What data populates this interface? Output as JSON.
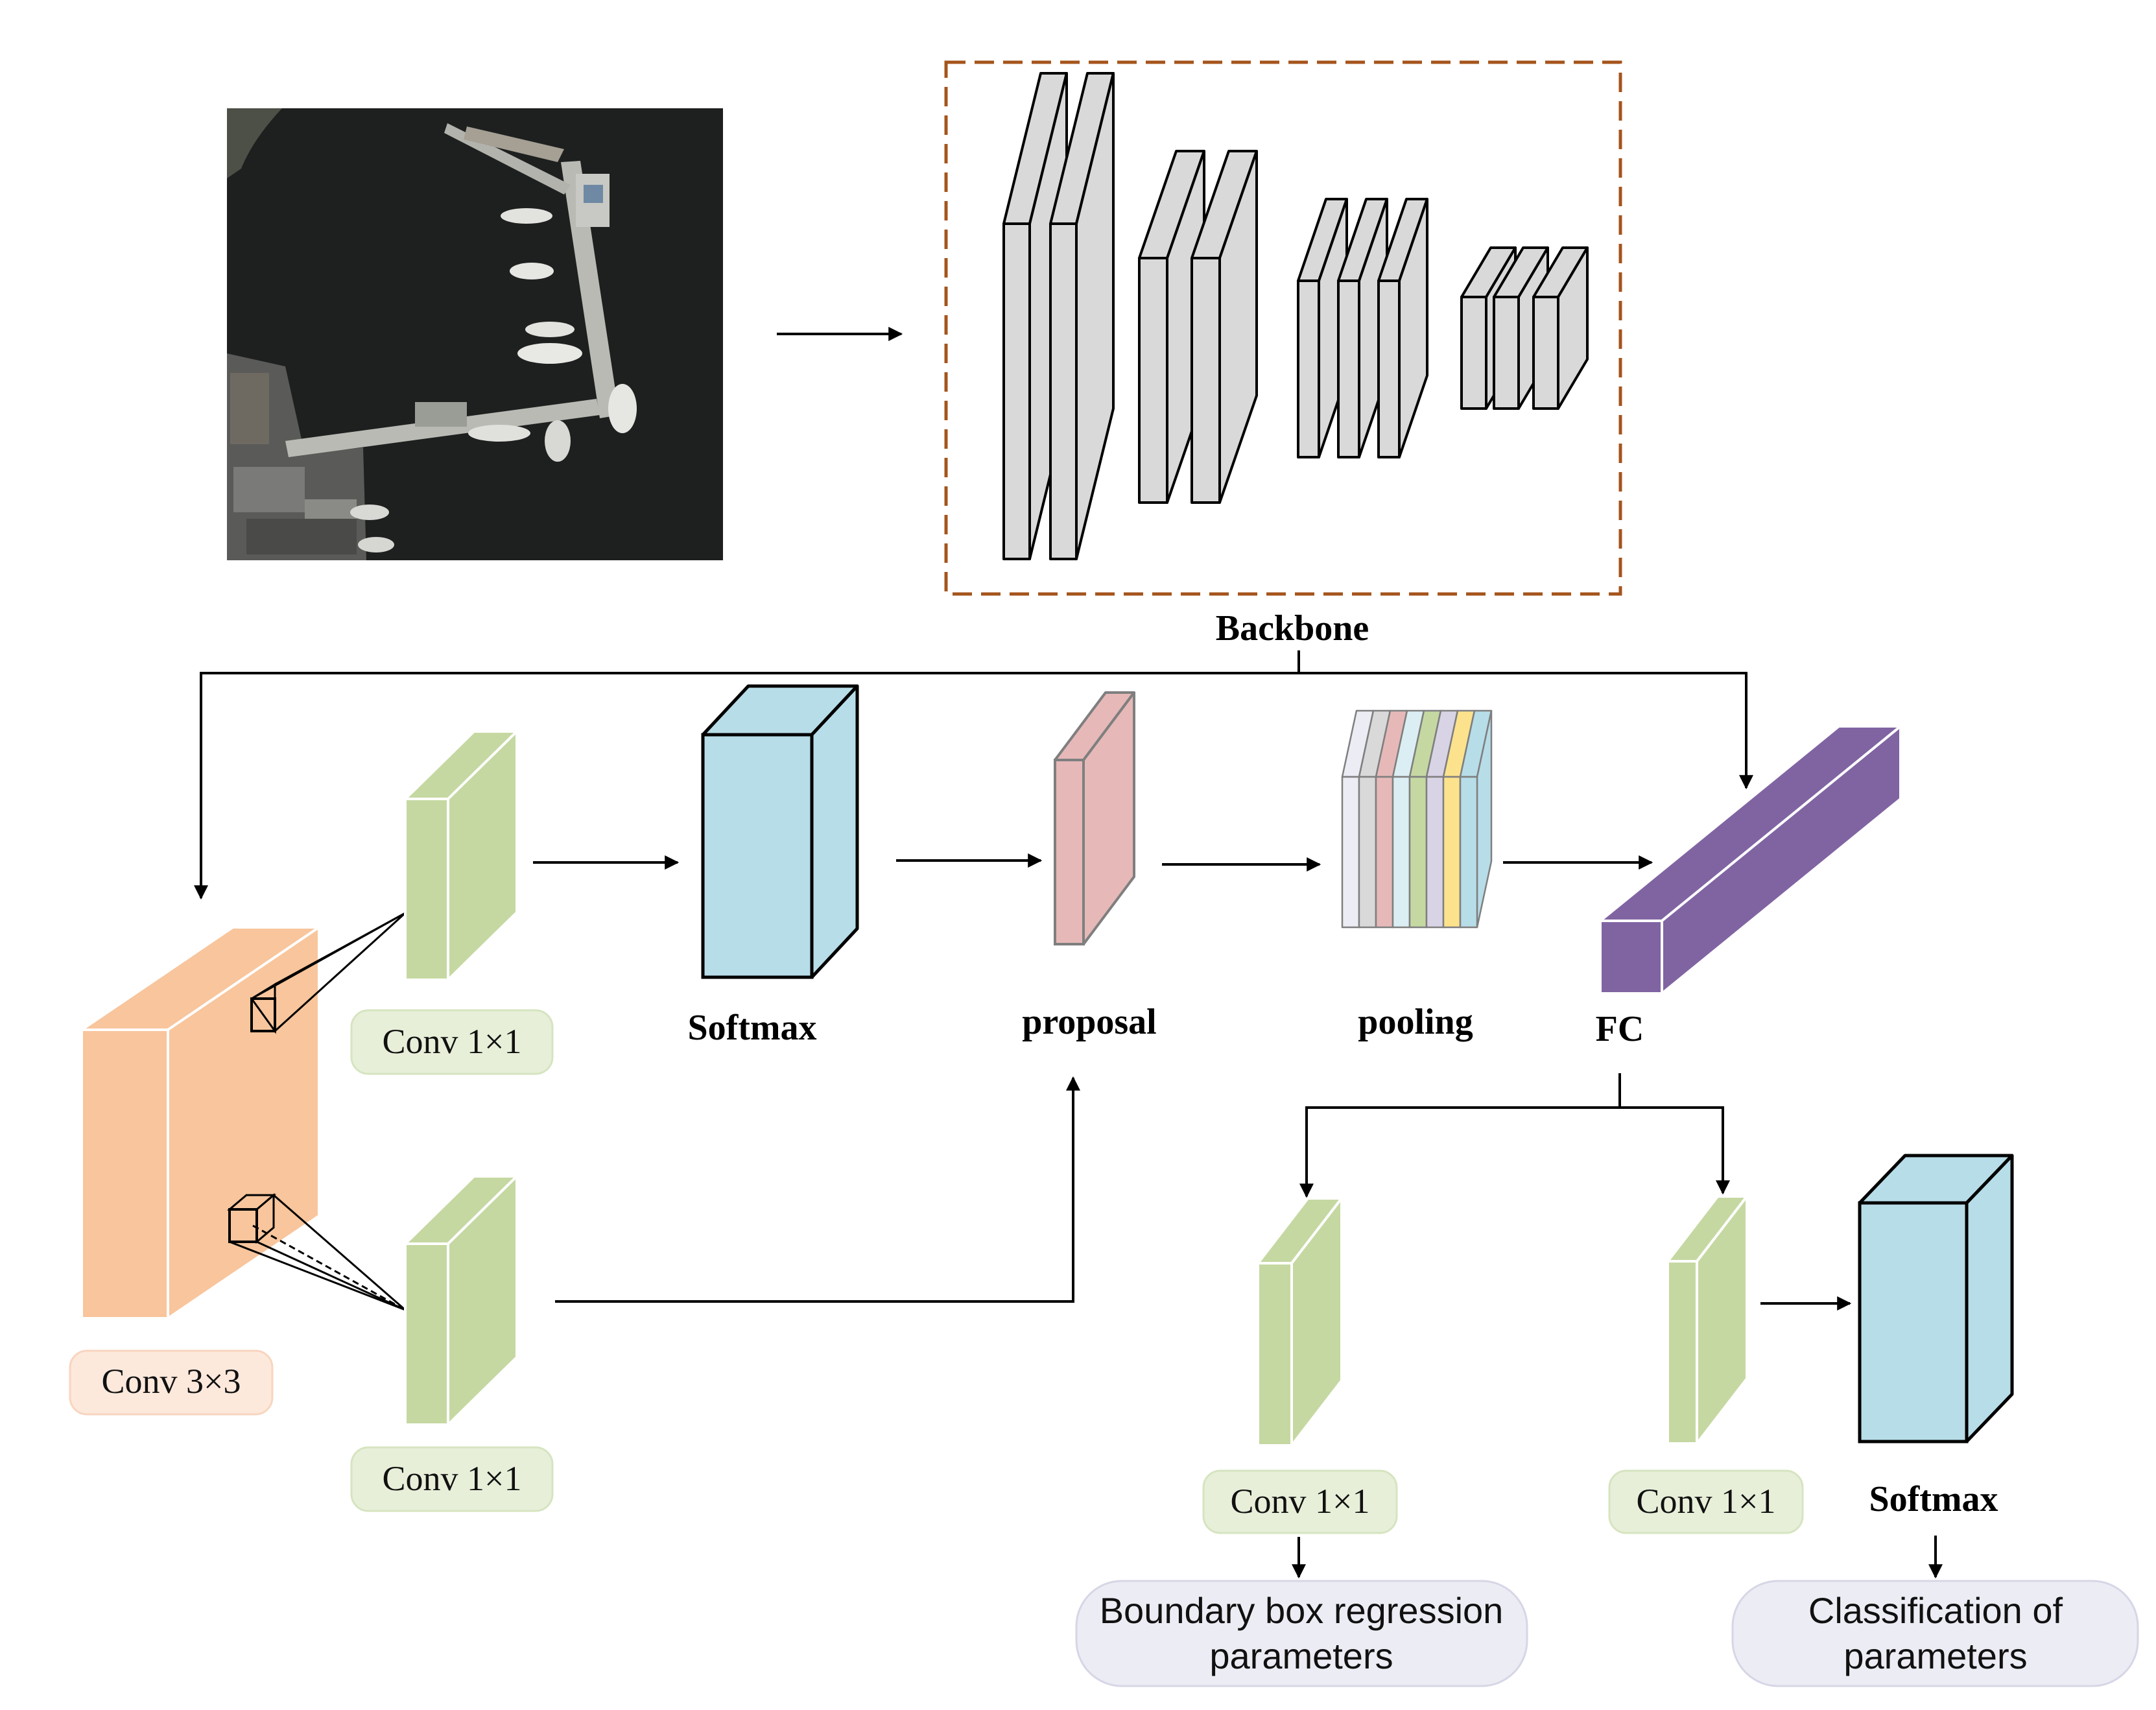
{
  "labels": {
    "backbone": "Backbone",
    "softmax_top": "Softmax",
    "proposal": "proposal",
    "pooling": "pooling",
    "fc": "FC",
    "softmax_bottom": "Softmax"
  },
  "boxes": {
    "conv3x3": "Conv 3×3",
    "conv1x1_top": "Conv 1×1",
    "conv1x1_bottom": "Conv 1×1",
    "conv1x1_reg": "Conv 1×1",
    "conv1x1_cls": "Conv 1×1"
  },
  "outputs": {
    "regression_line1": "Boundary box regression",
    "regression_line2": "parameters",
    "classification_line1": "Classification of",
    "classification_line2": "parameters"
  },
  "colors": {
    "conv3x3": "#f8c59c",
    "conv1x1": "#c5d8a2",
    "softmax": "#b7dde8",
    "proposal": "#e6b9b8",
    "fc": "#8064a2",
    "backbone_border": "#a5541c",
    "backbone_layer": "#d9d9d9",
    "pooling": [
      "#ececf4",
      "#d9d9d9",
      "#e6b9b8",
      "#dbeef3",
      "#c5d8a2",
      "#d9d3e6",
      "#fce28c",
      "#b7dde8"
    ]
  }
}
